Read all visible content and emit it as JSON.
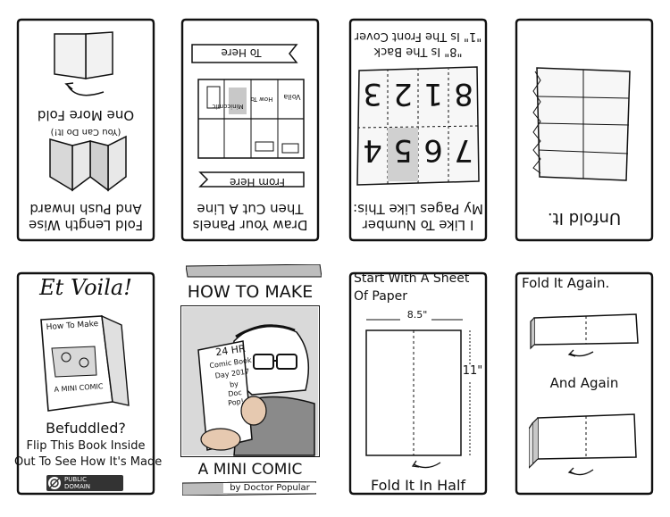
{
  "top_row": {
    "panel1": {
      "line1": "One More Fold",
      "line2": "(You Can Do It!)",
      "line3": "Fold Length Wise",
      "line4": "And Push Inward"
    },
    "panel2": {
      "to_here": "To Here",
      "from_here": "From Here",
      "line1": "Draw Your Panels",
      "line2": "Then Cut A Line",
      "voila": "Voila",
      "how_to": "How To",
      "minicomic": "Minicomic"
    },
    "panel3": {
      "quote1": "\"1\" Is The Front Cover",
      "quote2": "\"8\" Is The Back",
      "numbers_top": [
        "3",
        "2",
        "1",
        "8"
      ],
      "numbers_bottom": [
        "4",
        "5",
        "6",
        "7"
      ],
      "line1": "I Like To Number",
      "line2": "My Pages Like This:"
    },
    "panel4": {
      "line1": "Unfold It."
    }
  },
  "bottom_row": {
    "panel5": {
      "title": "Et Voila!",
      "book_line1": "How To Make",
      "book_line2": "A MINI COMIC",
      "text1": "Befuddled?",
      "text2": "Flip This Book Inside",
      "text3": "Out To See How It's Made",
      "badge_line1": "PUBLIC",
      "badge_line2": "DOMAIN"
    },
    "panel6": {
      "title": "HOW TO MAKE",
      "sign1": "24 HR",
      "sign2": "Comic Book",
      "sign3": "Day 2017",
      "sign4": "by",
      "sign5": "Doc",
      "sign6": "Pop!",
      "subtitle": "A MINI COMIC",
      "byline": "by Doctor Popular"
    },
    "panel7": {
      "line1": "Start With A Sheet",
      "line2": "Of Paper",
      "width": "8.5\"",
      "height": "11\"",
      "footer": "Fold It In Half"
    },
    "panel8": {
      "line1": "Fold It Again.",
      "line2": "And Again"
    }
  }
}
